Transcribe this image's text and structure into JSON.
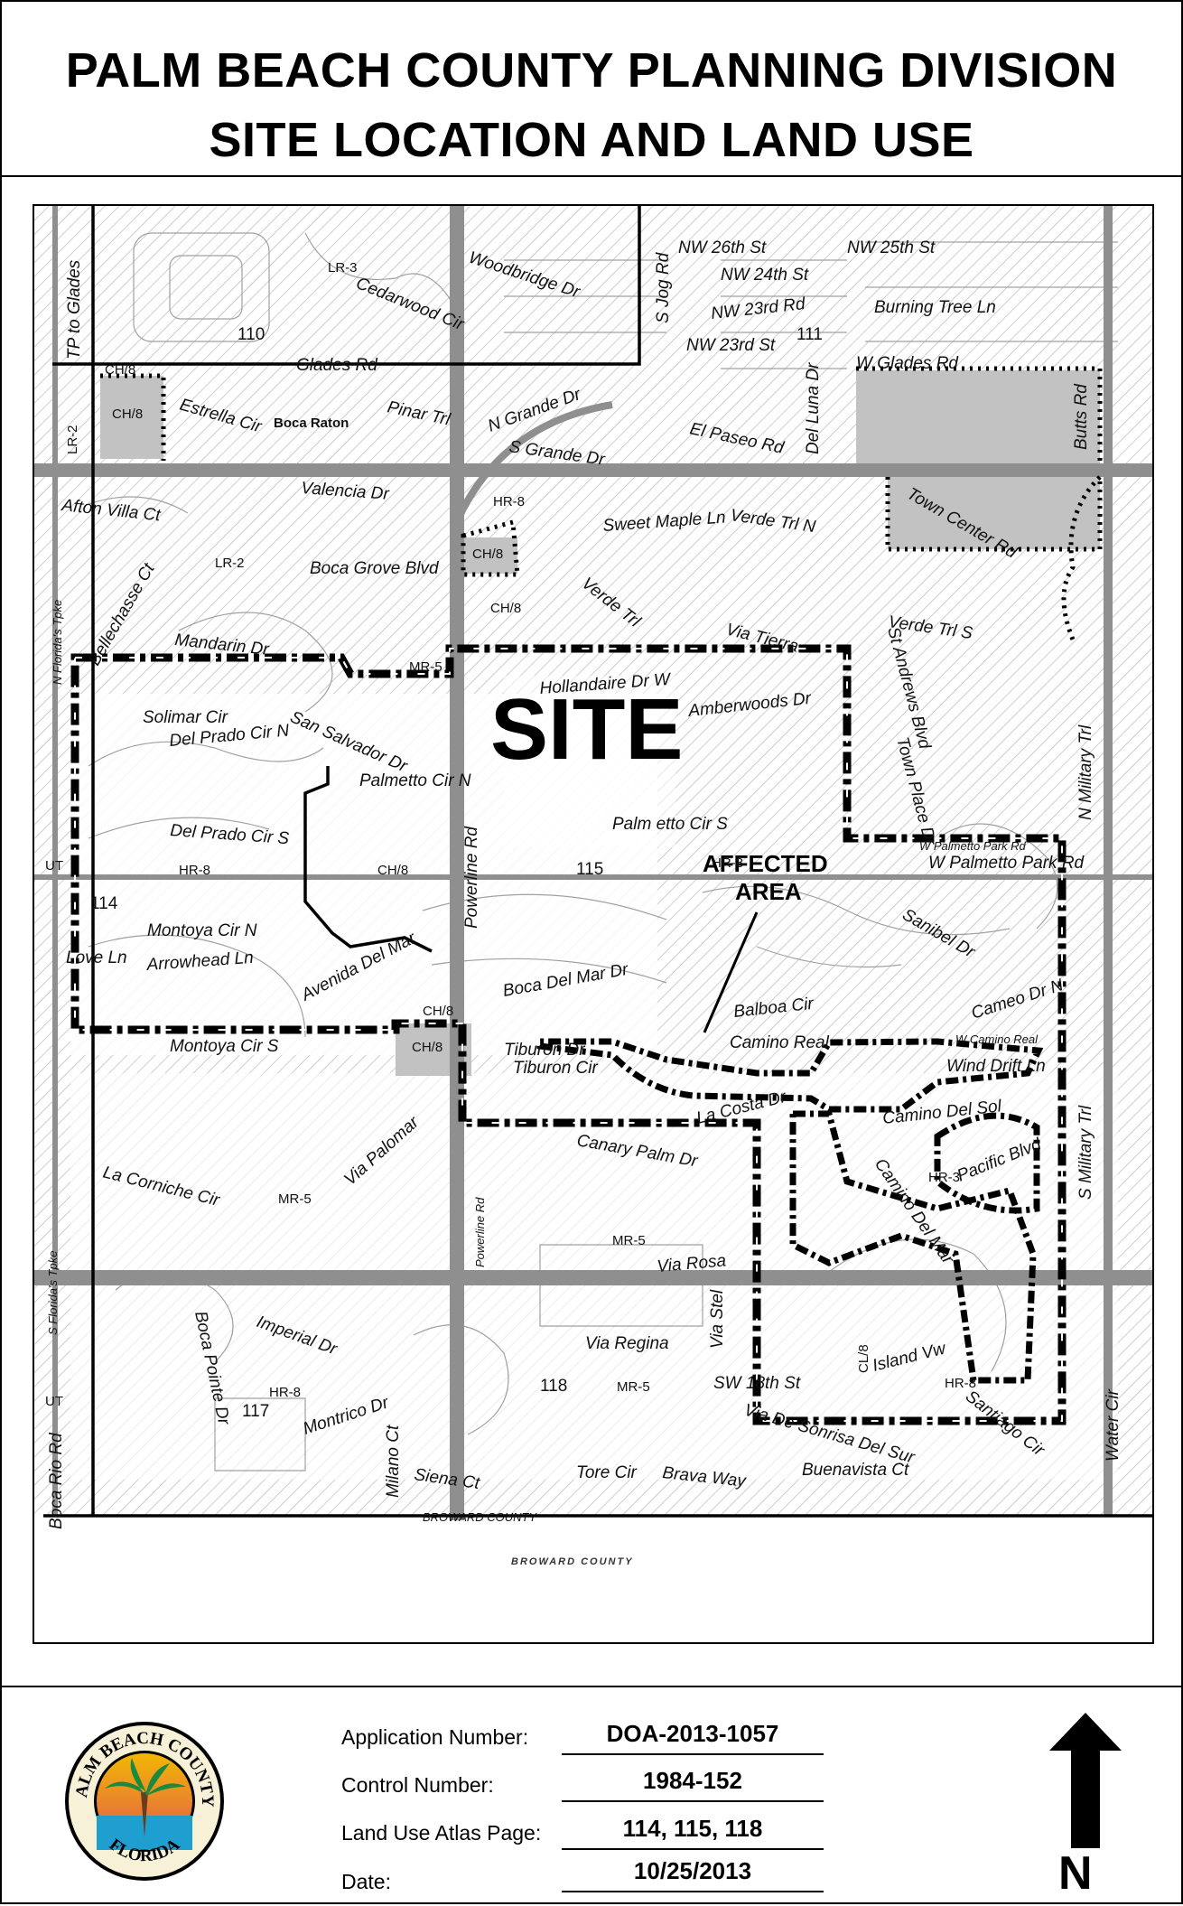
{
  "header": {
    "title_line1": "PALM BEACH COUNTY PLANNING DIVISION",
    "title_line2": "SITE LOCATION AND LAND USE"
  },
  "map": {
    "site_label": "SITE",
    "affected_area_line1": "AFFECTED",
    "affected_area_line2": "AREA",
    "county_below": "BROWARD COUNTY",
    "county_line": "BROWARD COUNTY",
    "streets": {
      "nw_26th": "NW 26th St",
      "nw_24th": "NW 24th St",
      "nw_25th": "NW 25th St",
      "nw_23rd_rd": "NW 23rd Rd",
      "nw_23rd_st": "NW 23rd St",
      "burning_tree": "Burning Tree Ln",
      "woodbridge": "Woodbridge Dr",
      "cedarwood": "Cedarwood Cir",
      "glades_rd": "Glades Rd",
      "w_glades_rd": "W Glades Rd",
      "tp_to_glades": "TP to Glades",
      "s_jog_rd": "S Jog Rd",
      "del_luna": "Del Luna Dr",
      "estrella": "Estrella Cir",
      "boca_raton": "Boca Raton",
      "pinar": "Pinar Trl",
      "n_grande": "N Grande Dr",
      "s_grande": "S Grande Dr",
      "el_paseo": "El Paseo Rd",
      "butts_rd": "Butts Rd",
      "valencia": "Valencia Dr",
      "afton_villa": "Afton Villa Ct",
      "sweet_maple": "Sweet Maple Ln",
      "verde_trl_n": "Verde Trl N",
      "town_center": "Town Center Rd",
      "bellechasse": "Bellechasse Ct",
      "boca_grove": "Boca Grove Blvd",
      "verde_trl": "Verde Trl",
      "via_tierra": "Via Tierra",
      "verde_trl_s": "Verde Trl S",
      "mandarin": "Mandarin Dr",
      "n_florida_tpke": "N Florida's Tpke",
      "st_andrews": "St Andrews Blvd",
      "hollandaire": "Hollandaire Dr W",
      "amberwoods": "Amberwoods Dr",
      "solimar": "Solimar Cir",
      "del_prado_n": "Del Prado Cir N",
      "san_salvador": "San Salvador Dr",
      "palmetto_cir_n": "Palmetto Cir N",
      "town_place": "Town Place Dr",
      "n_military": "N Military Trl",
      "palmetto_cir_s": "Palm etto Cir S",
      "del_prado_s": "Del Prado Cir S",
      "w_palmetto_small": "W Palmetto Park Rd",
      "w_palmetto": "W Palmetto Park Rd",
      "powerline": "Powerline Rd",
      "montoya_n": "Montoya Cir N",
      "love_ln": "Love Ln",
      "arrowhead": "Arrowhead Ln",
      "aveni_del_mar": "Avenida Del Mar",
      "boca_del_mar": "Boca Del Mar Dr",
      "sanibel": "Sanibel Dr",
      "balboa": "Balboa Cir",
      "cameo": "Cameo Dr N",
      "montoya_s": "Montoya Cir S",
      "camino_real": "Camino Real",
      "w_camino_real": "W Camino Real",
      "tiburon_dr": "Tiburon Dr",
      "tiburon_cir": "Tiburon Cir",
      "wind_drift": "Wind Drift Ln",
      "la_costa": "La Costa Dr",
      "camino_del_sol": "Camino Del Sol",
      "s_florida_tpke": "S Florida's Tpke",
      "via_palomar": "Via Palomar",
      "canary_palm": "Canary Palm Dr",
      "pacific_blvd": "Pacific Blvd",
      "s_military": "S Military Trl",
      "la_corniche": "La Corniche Cir",
      "camino_del_mar": "Camino Del Mar",
      "via_rosa": "Via Rosa",
      "boca_rio": "Boca Rio Rd",
      "boca_pointe": "Boca Pointe Dr",
      "imperial": "Imperial Dr",
      "via_regina": "Via Regina",
      "via_stel": "Via Stel",
      "island_vw": "Island Vw",
      "sw_18th": "SW 18th St",
      "montrico": "Montrico Dr",
      "via_de_sonrisa": "Via De Sonrisa Del Sur",
      "santiago": "Santiago Cir",
      "milano": "Milano Ct",
      "siena": "Siena Ct",
      "tore": "Tore Cir",
      "brava": "Brava Way",
      "buenavista": "Buenavista Ct",
      "water": "Water Cir",
      "powerline_small": "Powerline Rd"
    },
    "zones": {
      "lr3": "LR-3",
      "ch8": "CH/8",
      "lr2": "LR-2",
      "hr8": "HR-8",
      "mr5": "MR-5",
      "ut": "UT",
      "cl8": "CL/8",
      "hr3": "HR-3"
    },
    "atlas_pages": {
      "p110": "110",
      "p111": "111",
      "p114": "114",
      "p115": "115",
      "p117": "117",
      "p118": "118"
    }
  },
  "footer": {
    "application_number_label": "Application Number:",
    "application_number": "DOA-2013-1057",
    "control_number_label": "Control Number:",
    "control_number": "1984-152",
    "atlas_page_label": "Land Use Atlas Page:",
    "atlas_pages": "114, 115, 118",
    "date_label": "Date:",
    "date": "10/25/2013",
    "logo_top": "PALM BEACH COUNTY",
    "logo_bottom": "FLORIDA",
    "north_label": "N"
  }
}
